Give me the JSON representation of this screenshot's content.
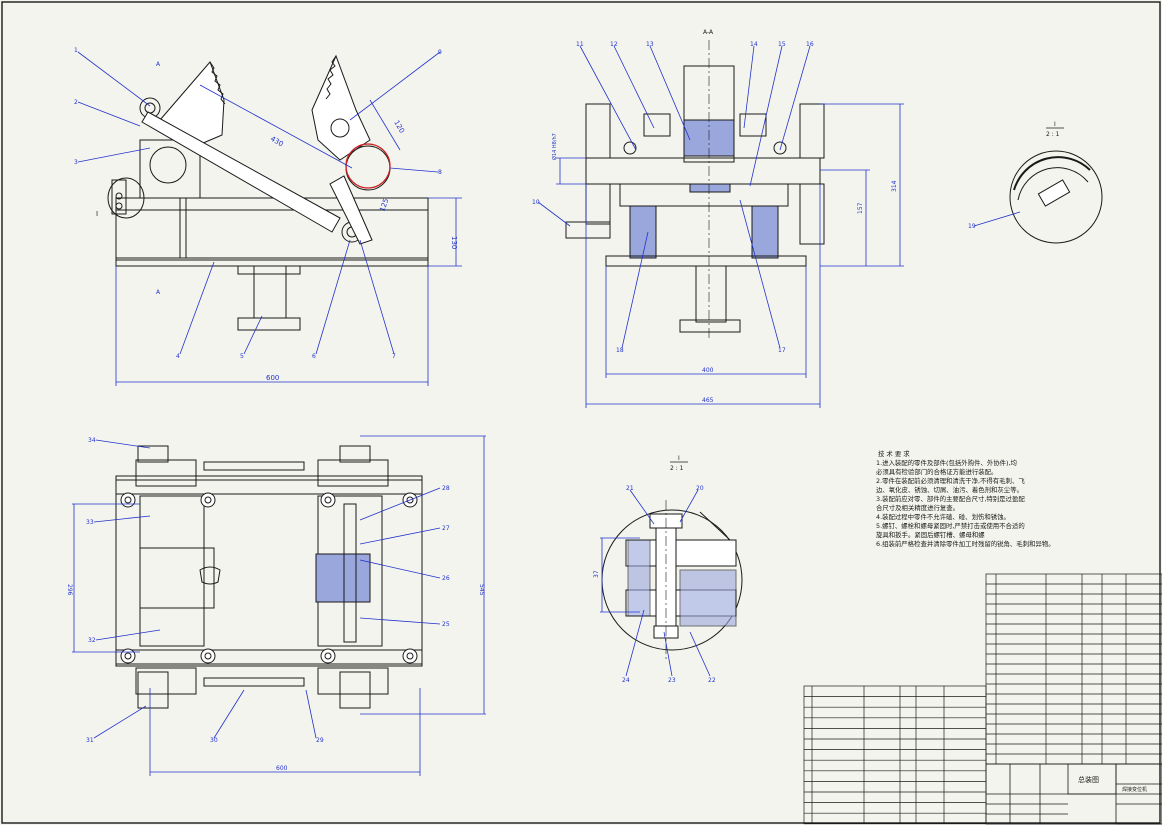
{
  "drawing": {
    "background": "#f4f4ee",
    "line_color": "#1a1a1a",
    "leader_color": "#2233cc",
    "section_color": "#2233cc",
    "highlight_color": "#cc2222"
  },
  "views": {
    "section_aa_title": "A-A",
    "detail_top_scale": [
      "I",
      "2 : 1"
    ],
    "detail_bottom_scale": [
      "I",
      "2 : 1"
    ],
    "front_dims": {
      "width": "600",
      "height": "130",
      "link": "430",
      "dia": "120",
      "r": "125"
    },
    "side_dims": {
      "width_inner": "400",
      "width_outer": "465",
      "h1": "157",
      "h2": "314",
      "dia": "Ø14 H8/h7"
    },
    "plan_dims": {
      "width": "600",
      "depth": "545",
      "inner": "296"
    },
    "detail_dims": {
      "h": "37"
    }
  },
  "balloons": {
    "front": [
      "1",
      "2",
      "3",
      "4",
      "5",
      "6",
      "7",
      "8",
      "9",
      "I"
    ],
    "side": [
      "11",
      "12",
      "13",
      "14",
      "15",
      "16",
      "10",
      "18",
      "17"
    ],
    "plan": [
      "34",
      "33",
      "32",
      "31",
      "30",
      "29",
      "28",
      "27",
      "26",
      "25"
    ],
    "detail": [
      "21",
      "20",
      "24",
      "23",
      "22",
      "19"
    ]
  },
  "technical_requirements": {
    "title": "技 术 要 求",
    "lines": [
      "1.进入装配的零件及部件(包括外购件、外协件),均",
      "必须具有检验部门的合格证方能进行装配。",
      "2.零件在装配前必须清理和清洗干净,不得有毛刺、飞",
      "边、氧化皮、锈蚀、切屑、油污、着色剂和灰尘等。",
      "3.装配前应对零、部件的主要配合尺寸,特别是过盈配",
      "合尺寸及相关精度进行复查。",
      "4.装配过程中零件不允许磕、碰、划伤和锈蚀。",
      "5.螺钉、螺栓和螺母紧固时,严禁打击或使用不合适的",
      "旋具和扳手。紧固后螺钉槽、螺母和螺",
      "6.组装前严格检查并清除零件加工时残留的锐角、毛刺和异物。"
    ]
  },
  "title_block": {
    "center_label": "总装图",
    "right_label": "焊接变位机"
  }
}
